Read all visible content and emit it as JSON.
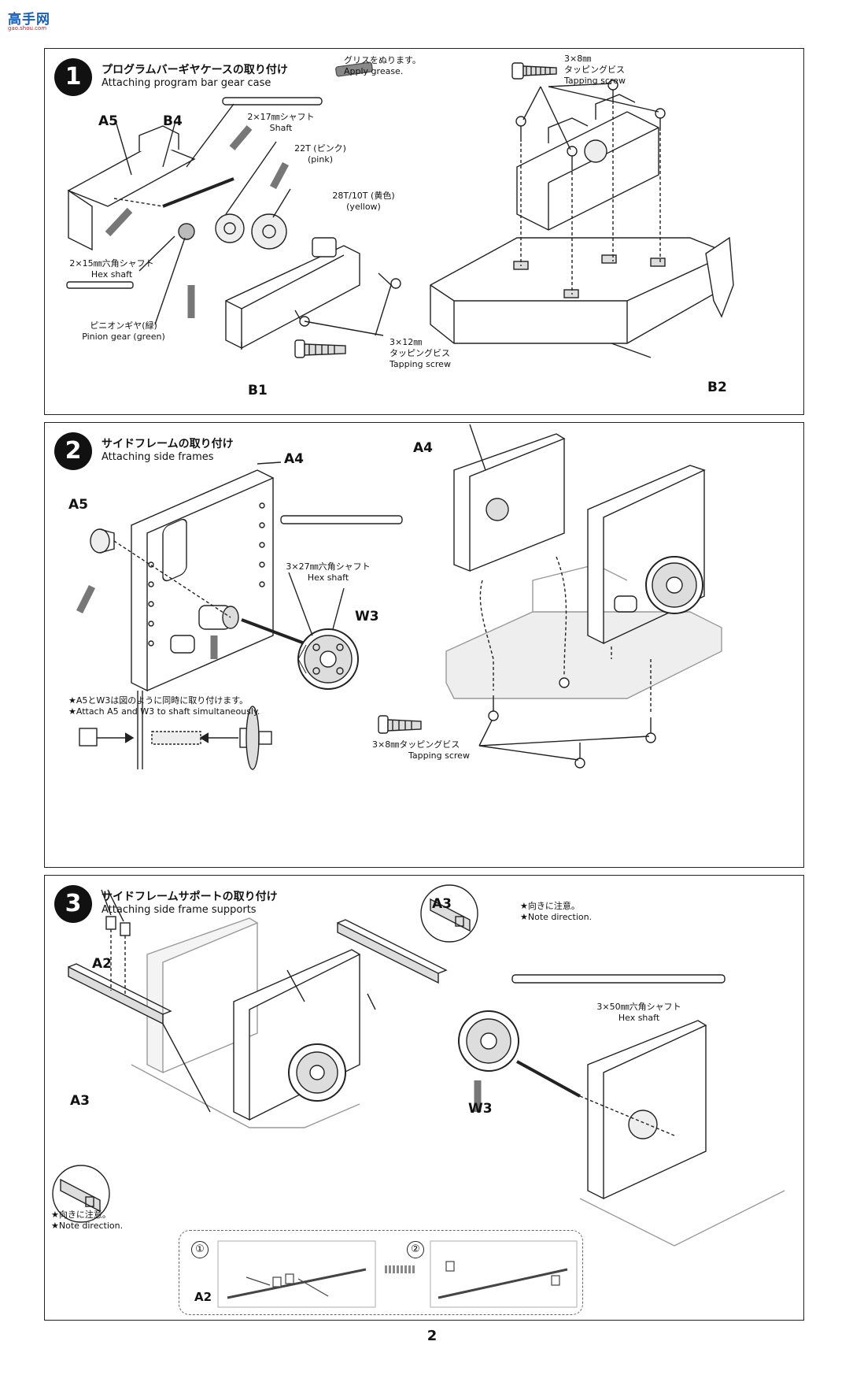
{
  "site_logo": {
    "text": "高手网",
    "url": "gao.shou.com"
  },
  "page_number": "2",
  "steps": [
    {
      "number": "1",
      "title_jp": "プログラムバーギヤケースの取り付け",
      "title_en": "Attaching program bar gear case",
      "labels": {
        "grease_jp": "グリスをぬります。",
        "grease_en": "Apply grease.",
        "screw_top_size": "3×8㎜",
        "screw_top_jp": "タッピングビス",
        "screw_top_en": "Tapping screw",
        "shaft17_jp": "2×17㎜シャフト",
        "shaft17_en": "Shaft",
        "gear22_jp": "22T (ピンク)",
        "gear22_en": "(pink)",
        "gear28_jp": "28T/10T (黄色)",
        "gear28_en": "(yellow)",
        "hex15_jp": "2×15㎜六角シャフト",
        "hex15_en": "Hex shaft",
        "pinion_jp": "ピニオンギヤ(緑)",
        "pinion_en": "Pinion gear (green)",
        "screw12_size": "3×12㎜",
        "screw12_jp": "タッピングビス",
        "screw12_en": "Tapping screw",
        "part_a5": "A5",
        "part_b4": "B4",
        "part_b1": "B1",
        "part_b2": "B2"
      }
    },
    {
      "number": "2",
      "title_jp": "サイドフレームの取り付け",
      "title_en": "Attaching side frames",
      "labels": {
        "part_a5": "A5",
        "part_a4": "A4",
        "part_a4_right": "A4",
        "part_w3": "W3",
        "hex27_jp": "3×27㎜六角シャフト",
        "hex27_en": "Hex shaft",
        "note_jp": "★A5とW3は図のように同時に取り付けます。",
        "note_en": "★Attach A5 and W3 to shaft simultaneously.",
        "screw_jp": "3×8㎜タッピングビス",
        "screw_en": "Tapping screw"
      }
    },
    {
      "number": "3",
      "title_jp": "サイドフレームサポートの取り付け",
      "title_en": "Attaching side frame supports",
      "labels": {
        "part_a2": "A2",
        "part_a3_top": "A3",
        "part_a3_left": "A3",
        "part_w3": "W3",
        "direction_jp": "★向きに注意。",
        "direction_en": "★Note direction.",
        "direction_left_jp": "★向きに注意。",
        "direction_left_en": "★Note direction.",
        "hex50_jp": "3×50㎜六角シャフト",
        "hex50_en": "Hex shaft",
        "inset_step1": "①",
        "inset_step2": "②",
        "inset_part_a2": "A2"
      }
    }
  ]
}
